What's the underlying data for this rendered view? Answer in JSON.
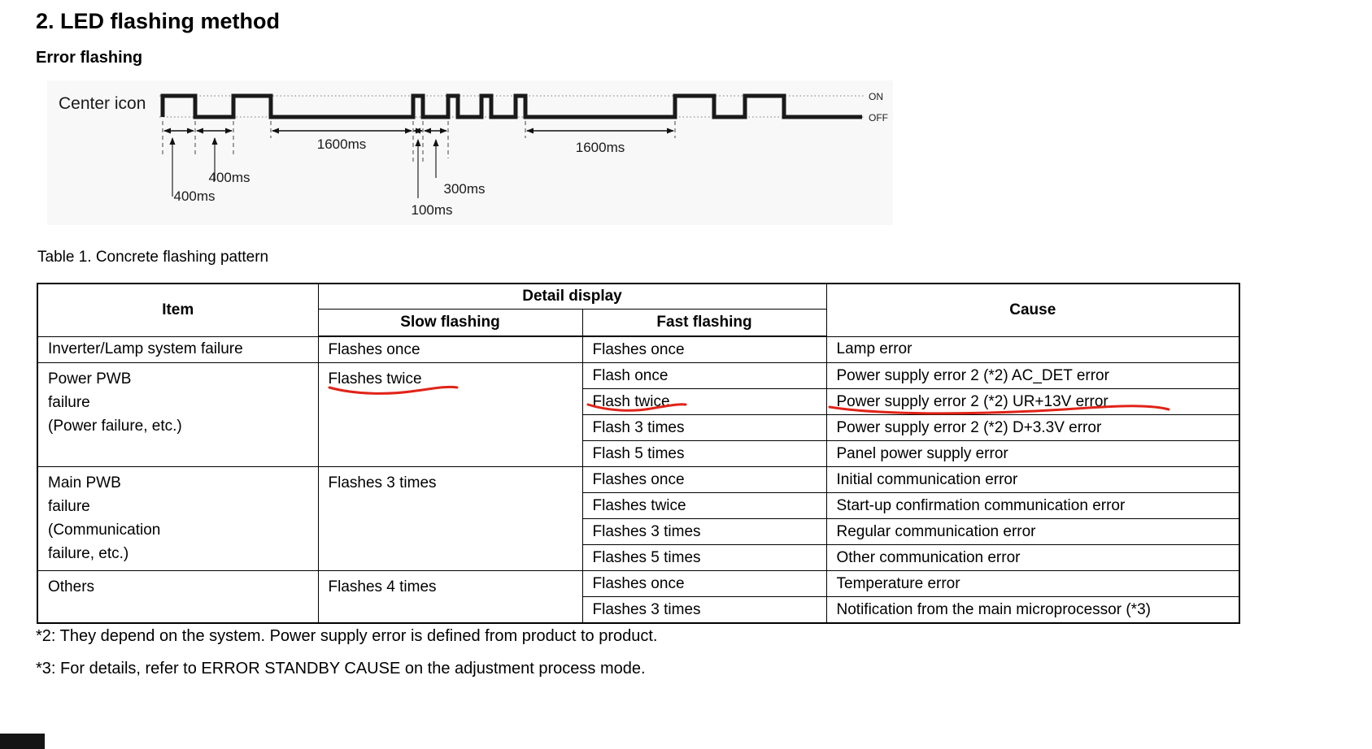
{
  "page": {
    "title": "2. LED flashing method",
    "subtitle": "Error flashing",
    "table_caption": "Table 1. Concrete flashing pattern",
    "footnote2": "*2: They depend on the system. Power supply error is defined from product to product.",
    "footnote3": "*3: For details, refer to ERROR STANDBY CAUSE on the adjustment process mode."
  },
  "diagram": {
    "signal_label": "Center icon",
    "on_label": "ON",
    "off_label": "OFF",
    "timings": {
      "on1": "400ms",
      "off1": "400ms",
      "gap1": "1600ms",
      "on2": "100ms",
      "off2": "300ms",
      "gap2": "1600ms"
    }
  },
  "annotation_color": "#e02318",
  "table": {
    "headers": {
      "item": "Item",
      "detail_display": "Detail display",
      "slow": "Slow flashing",
      "fast": "Fast flashing",
      "cause": "Cause"
    },
    "rows": [
      {
        "item": "Inverter/Lamp system failure",
        "slow": "Flashes once",
        "fast": "Flashes once",
        "cause": "Lamp error"
      },
      {
        "item": "Power PWB\nfailure\n(Power failure, etc.)",
        "slow": "Flashes twice",
        "fast": "Flash once",
        "cause": "Power supply error 2 (*2) AC_DET error"
      },
      {
        "fast": "Flash twice",
        "cause": "Power supply error 2 (*2) UR+13V error"
      },
      {
        "fast": "Flash 3 times",
        "cause": "Power supply error 2 (*2) D+3.3V error"
      },
      {
        "fast": "Flash 5 times",
        "cause": "Panel power supply error"
      },
      {
        "item": "Main PWB\nfailure\n(Communication\n failure, etc.)",
        "slow": "Flashes 3 times",
        "fast": "Flashes once",
        "cause": "Initial communication error"
      },
      {
        "fast": "Flashes twice",
        "cause": "Start-up confirmation communication error"
      },
      {
        "fast": "Flashes 3 times",
        "cause": "Regular communication error"
      },
      {
        "fast": "Flashes 5 times",
        "cause": "Other communication error"
      },
      {
        "item": "Others",
        "slow": "Flashes 4 times",
        "fast": "Flashes once",
        "cause": "Temperature error"
      },
      {
        "fast": "Flashes 3 times",
        "cause": "Notification from the main microprocessor (*3)"
      }
    ]
  }
}
